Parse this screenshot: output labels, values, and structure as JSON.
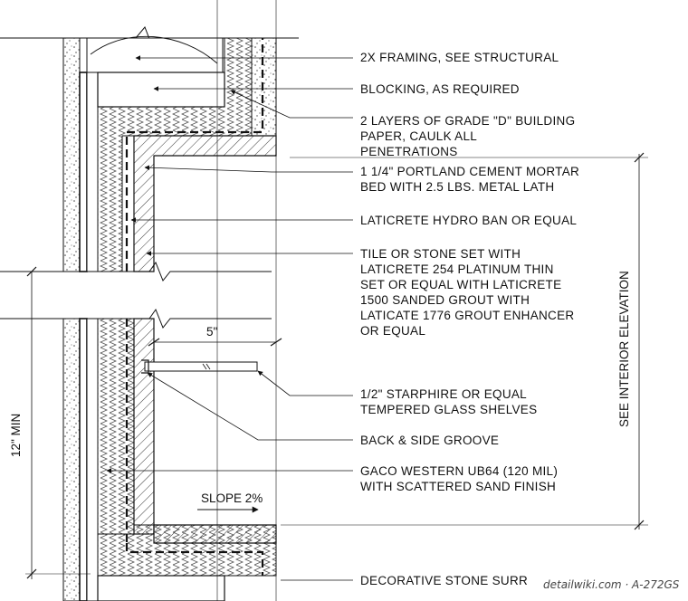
{
  "callouts": [
    {
      "lines": [
        "2X FRAMING, SEE STRUCTURAL"
      ]
    },
    {
      "lines": [
        "BLOCKING, AS REQUIRED"
      ]
    },
    {
      "lines": [
        "2 LAYERS OF GRADE \"D\" BUILDING",
        "PAPER, CAULK ALL",
        "PENETRATIONS"
      ]
    },
    {
      "lines": [
        "1 1/4\" PORTLAND CEMENT MORTAR",
        "BED WITH 2.5 LBS. METAL LATH"
      ]
    },
    {
      "lines": [
        "LATICRETE HYDRO BAN OR EQUAL"
      ]
    },
    {
      "lines": [
        "TILE OR STONE SET WITH",
        "LATICRETE 254 PLATINUM THIN",
        "SET OR EQUAL WITH LATICRETE",
        "1500 SANDED GROUT WITH",
        "LATICATE 1776 GROUT ENHANCER",
        "OR EQUAL"
      ]
    },
    {
      "lines": [
        "1/2\" STARPHIRE OR EQUAL",
        "TEMPERED GLASS SHELVES"
      ]
    },
    {
      "lines": [
        "BACK & SIDE GROOVE"
      ]
    },
    {
      "lines": [
        "GACO WESTERN UB64 (120 MIL)",
        "WITH SCATTERED SAND FINISH"
      ]
    },
    {
      "lines": [
        "DECORATIVE STONE SURR"
      ]
    }
  ],
  "dimensions": {
    "shelf_depth": "5\"",
    "min_height": "12\" MIN",
    "slope": "SLOPE 2%",
    "elevation_ref": "SEE INTERIOR ELEVATION"
  },
  "watermark": "detailwiki.com · A-272GS"
}
